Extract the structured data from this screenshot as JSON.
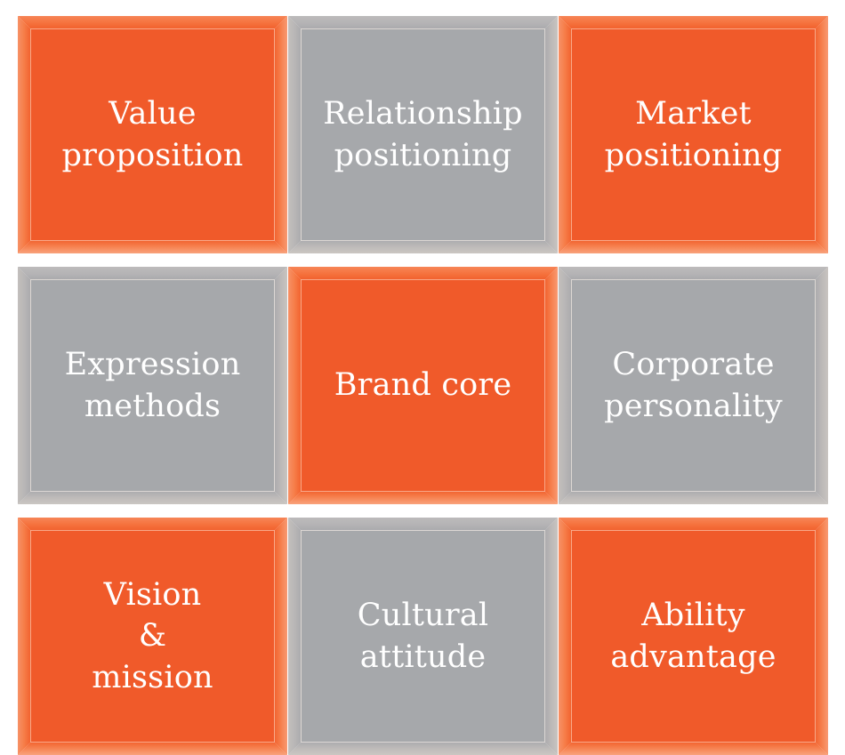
{
  "diagram": {
    "type": "3x3-matrix",
    "grid": {
      "rows": 3,
      "columns": 3
    },
    "colors": {
      "orange_fill": "#f05a2a",
      "orange_frame": "#f78f63",
      "gray_fill": "#a6a8ab",
      "gray_frame": "#c3bfbc",
      "label_text": "#ffffff",
      "background": "#ffffff"
    },
    "cells": [
      {
        "id": "value-proposition",
        "label": "Value\nproposition",
        "color": "orange",
        "row": 1,
        "column": 1
      },
      {
        "id": "relationship-positioning",
        "label": "Relationship\npositioning",
        "color": "gray",
        "row": 1,
        "column": 2
      },
      {
        "id": "market-positioning",
        "label": "Market\npositioning",
        "color": "orange",
        "row": 1,
        "column": 3
      },
      {
        "id": "expression-methods",
        "label": "Expression\nmethods",
        "color": "gray",
        "row": 2,
        "column": 1
      },
      {
        "id": "brand-core",
        "label": "Brand core",
        "color": "orange",
        "row": 2,
        "column": 2
      },
      {
        "id": "corporate-personality",
        "label": "Corporate\npersonality",
        "color": "gray",
        "row": 2,
        "column": 3
      },
      {
        "id": "vision-and-mission",
        "label": "Vision\n&\nmission",
        "color": "orange",
        "row": 3,
        "column": 1
      },
      {
        "id": "cultural-attitude",
        "label": "Cultural\nattitude",
        "color": "gray",
        "row": 3,
        "column": 2
      },
      {
        "id": "ability-advantage",
        "label": "Ability\nadvantage",
        "color": "orange",
        "row": 3,
        "column": 3
      }
    ]
  }
}
